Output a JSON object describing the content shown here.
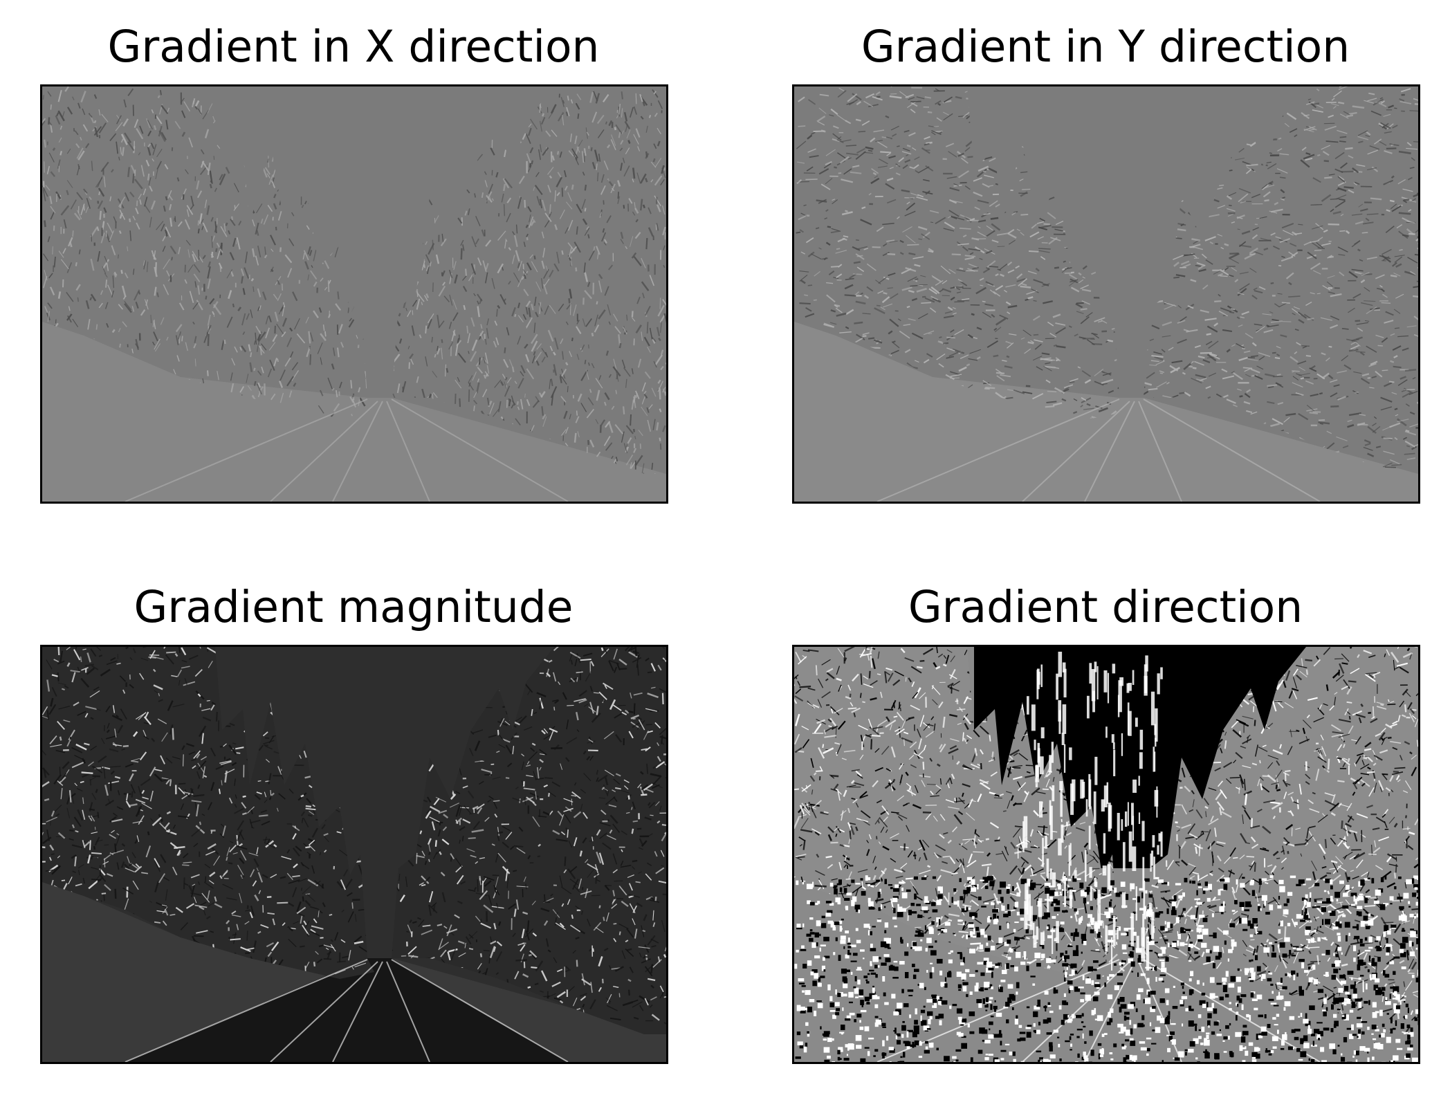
{
  "panels": [
    {
      "title": "Gradient in X direction",
      "style": "emboss-x",
      "colors": {
        "base": "#7b7b7b",
        "light": "#a9a9a9",
        "dark": "#4f4f4f"
      }
    },
    {
      "title": "Gradient in Y direction",
      "style": "emboss-y",
      "colors": {
        "base": "#7c7c7c",
        "light": "#b2b2b2",
        "dark": "#4a4a4a"
      }
    },
    {
      "title": "Gradient magnitude",
      "style": "magnitude",
      "colors": {
        "base": "#2e2e2e",
        "light": "#d8d8d8",
        "dark": "#151515"
      }
    },
    {
      "title": "Gradient direction",
      "style": "direction",
      "colors": {
        "base": "#8a8a8a",
        "light": "#ffffff",
        "dark": "#000000"
      }
    }
  ]
}
